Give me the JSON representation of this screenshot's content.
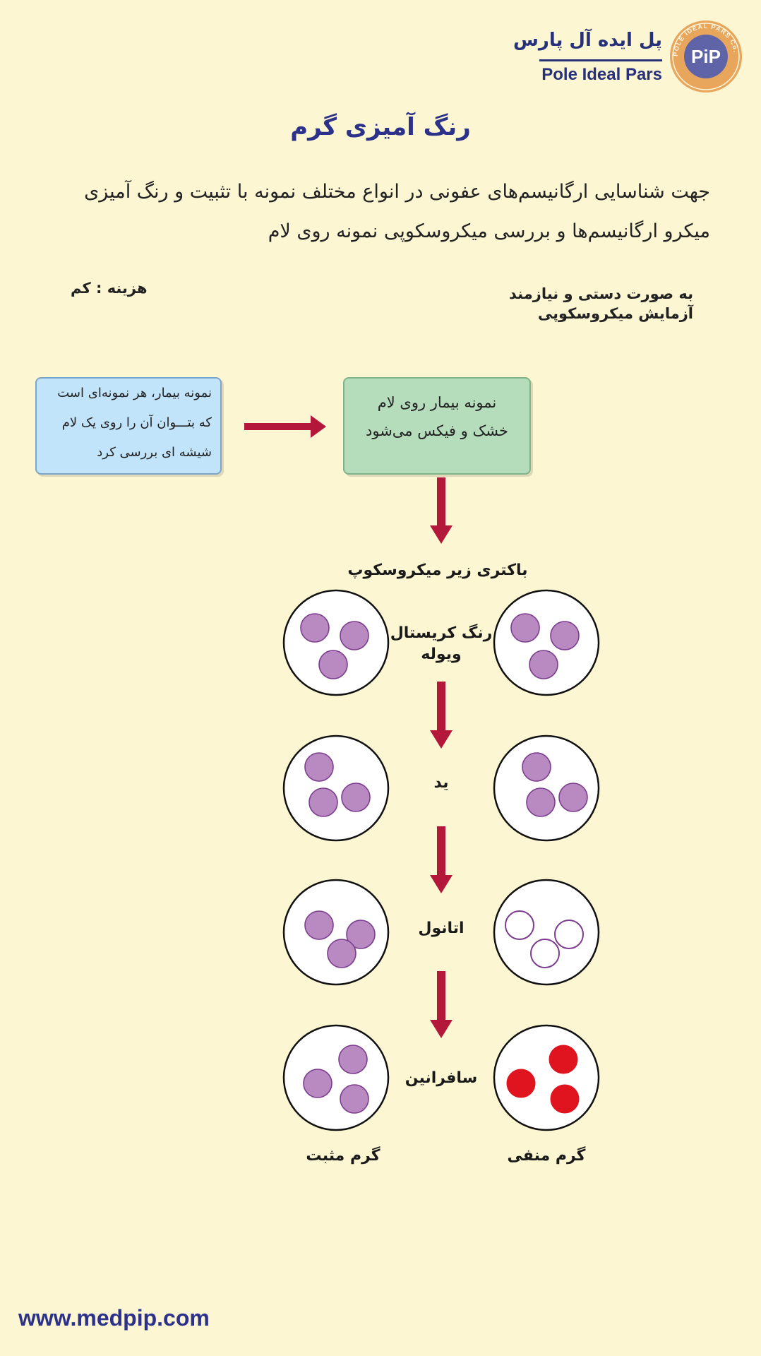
{
  "brand": {
    "name_fa": "پل ایده آل پارس",
    "name_en": "Pole Ideal Pars",
    "seal_text": "POLE IDEAL PARS Co.",
    "seal_initials": "PiP",
    "colors": {
      "navy": "#27317a",
      "seal_fill": "#5f63a8",
      "seal_ring": "#e8a65c"
    }
  },
  "title": "رنگ آمیزی گرم",
  "description": [
    "جهت شناسایی ارگانیسم‌های عفونی در انواع مختلف نمونه با تثبیت و رنگ آمیزی",
    "میکرو ارگانیسم‌ها و بررسی میکروسکوپی نمونه روی لام"
  ],
  "cost": "هزینه : کم",
  "requirements": [
    "به صورت دستی و نیازمند",
    "آزمایش میکروسکوپی"
  ],
  "sample_box": {
    "lines": [
      "نمونه بیمار، هر نمونه‌ای است",
      "که بتـــوان آن را روی یک لام",
      "شیشه ای بررسی کرد"
    ],
    "color": "#c1e4fb"
  },
  "fix_box": {
    "lines": [
      "نمونه بیمار روی لام",
      "خشک و فیکس می‌شود"
    ],
    "color": "#b5dcbb"
  },
  "microscope_heading": "باکتری زیر میکروسکوپ",
  "stages": [
    {
      "label_lines": [
        "رنگ کریستال",
        "ویوله"
      ],
      "left": "purple",
      "right": "purple"
    },
    {
      "label_lines": [
        "ید"
      ],
      "left": "purple",
      "right": "purple"
    },
    {
      "label_lines": [
        "اتانول"
      ],
      "left": "purple",
      "right": "empty"
    },
    {
      "label_lines": [
        "سافرانین"
      ],
      "left": "purple",
      "right": "red"
    }
  ],
  "results": {
    "left": "گرم مثبت",
    "right": "گرم منفی"
  },
  "colors": {
    "purple": "#b88ac1",
    "purple_stroke": "#7c3d8f",
    "red": "#e0141e",
    "empty_stroke": "#7c3d8f",
    "arrow": "#b3183b"
  },
  "footer": "www.medpip.com"
}
